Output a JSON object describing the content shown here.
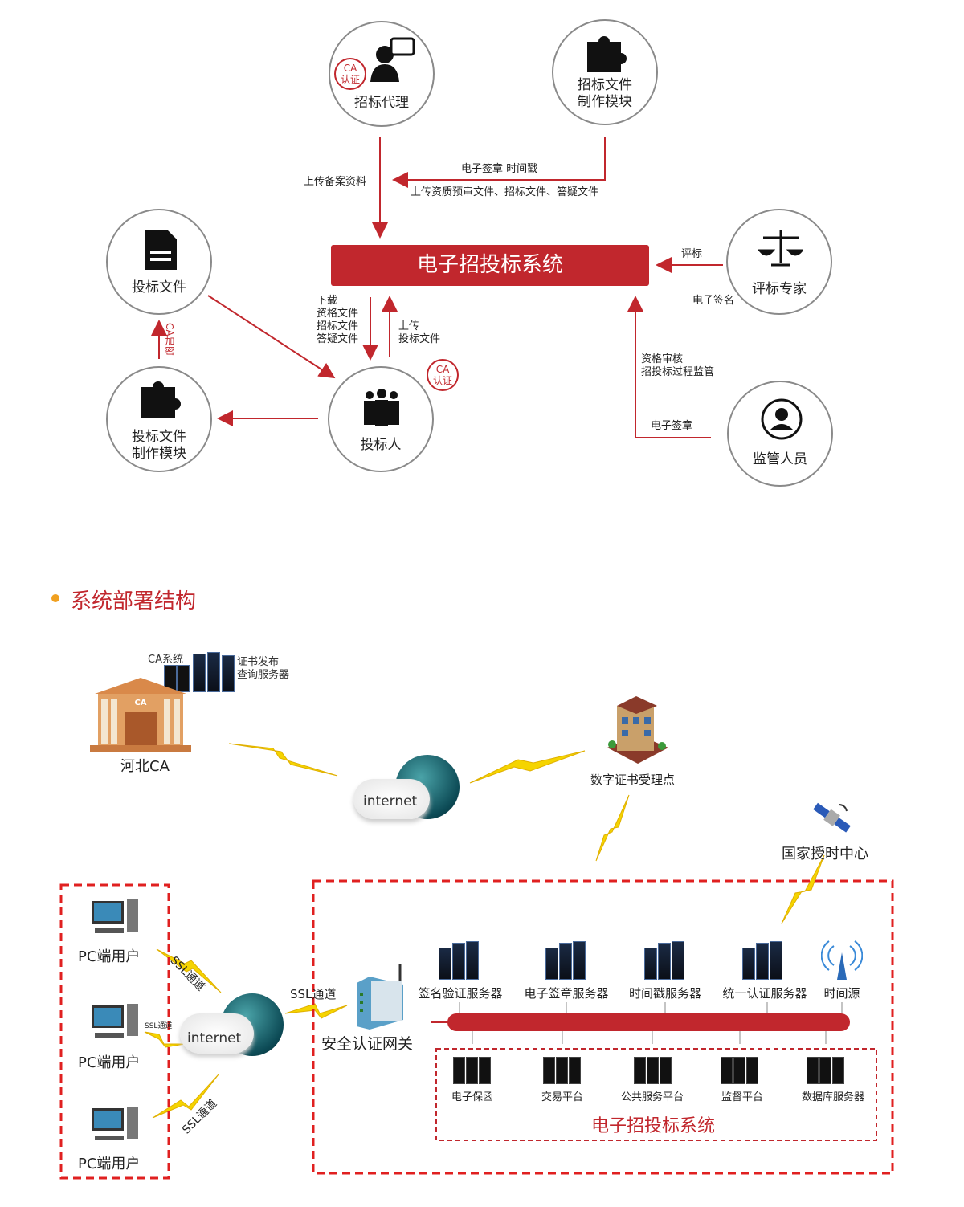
{
  "top_diagram": {
    "core": "电子招投标系统",
    "nodes": {
      "agent": "招标代理",
      "tender_module": [
        "招标文件",
        "制作模块"
      ],
      "bid_file": "投标文件",
      "expert": "评标专家",
      "bid_module": [
        "投标文件",
        "制作模块"
      ],
      "bidder": "投标人",
      "supervisor": "监管人员"
    },
    "stamp": [
      "CA",
      "认证"
    ],
    "edges": {
      "upload_record": "上传备案资料",
      "sign_time": "电子签章 时间戳",
      "upload_docs": "上传资质预审文件、招标文件、答疑文件",
      "download": [
        "下载",
        "资格文件",
        "招标文件",
        "答疑文件"
      ],
      "upload_bid": [
        "上传",
        "投标文件"
      ],
      "evaluate": "评标",
      "e_sign": "电子签名",
      "ca_encrypt": "CA加密",
      "review": [
        "资格审核",
        "招投标过程监管"
      ],
      "e_seal": "电子签章"
    }
  },
  "section": {
    "title": "系统部署结构",
    "bullet_color": "#f0a020"
  },
  "deploy": {
    "ca_system": "CA系统",
    "cert_server": [
      "证书发布",
      "查询服务器"
    ],
    "hebei_ca": "河北CA",
    "building_sign": "CA",
    "internet": "internet",
    "cert_point": "数字证书受理点",
    "time_center": "国家授时中心",
    "pc_user": "PC端用户",
    "ssl": "SSL通道",
    "gateway": "安全认证网关",
    "servers": [
      "签名验证服务器",
      "电子签章服务器",
      "时间戳服务器",
      "统一认证服务器",
      "时间源"
    ],
    "platforms": [
      "电子保函",
      "交易平台",
      "公共服务平台",
      "监督平台",
      "数据库服务器"
    ],
    "system_name": "电子招投标系统"
  },
  "colors": {
    "accent": "#c1272d",
    "border": "#8a8a8a",
    "lightning": "#f5d400"
  }
}
